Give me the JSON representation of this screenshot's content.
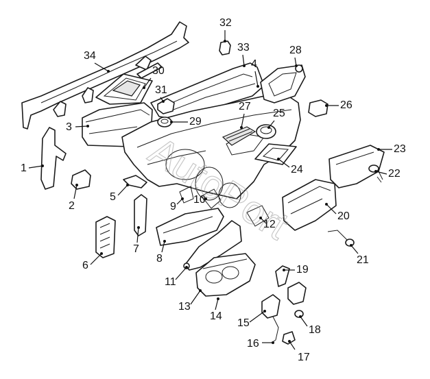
{
  "watermark": "AutoPort",
  "callouts": [
    {
      "id": "1",
      "label": "1"
    },
    {
      "id": "2",
      "label": "2"
    },
    {
      "id": "3",
      "label": "3"
    },
    {
      "id": "4",
      "label": "4"
    },
    {
      "id": "5",
      "label": "5"
    },
    {
      "id": "6",
      "label": "6"
    },
    {
      "id": "7",
      "label": "7"
    },
    {
      "id": "8",
      "label": "8"
    },
    {
      "id": "9",
      "label": "9"
    },
    {
      "id": "10",
      "label": "10"
    },
    {
      "id": "11",
      "label": "11"
    },
    {
      "id": "12",
      "label": "12"
    },
    {
      "id": "13",
      "label": "13"
    },
    {
      "id": "14",
      "label": "14"
    },
    {
      "id": "15",
      "label": "15"
    },
    {
      "id": "16",
      "label": "16"
    },
    {
      "id": "17",
      "label": "17"
    },
    {
      "id": "18",
      "label": "18"
    },
    {
      "id": "19",
      "label": "19"
    },
    {
      "id": "20",
      "label": "20"
    },
    {
      "id": "21",
      "label": "21"
    },
    {
      "id": "22",
      "label": "22"
    },
    {
      "id": "23",
      "label": "23"
    },
    {
      "id": "24",
      "label": "24"
    },
    {
      "id": "25",
      "label": "25"
    },
    {
      "id": "26",
      "label": "26"
    },
    {
      "id": "27",
      "label": "27"
    },
    {
      "id": "28",
      "label": "28"
    },
    {
      "id": "29",
      "label": "29"
    },
    {
      "id": "30",
      "label": "30"
    },
    {
      "id": "31",
      "label": "31"
    },
    {
      "id": "32",
      "label": "32"
    },
    {
      "id": "33",
      "label": "33"
    },
    {
      "id": "34",
      "label": "34"
    }
  ]
}
